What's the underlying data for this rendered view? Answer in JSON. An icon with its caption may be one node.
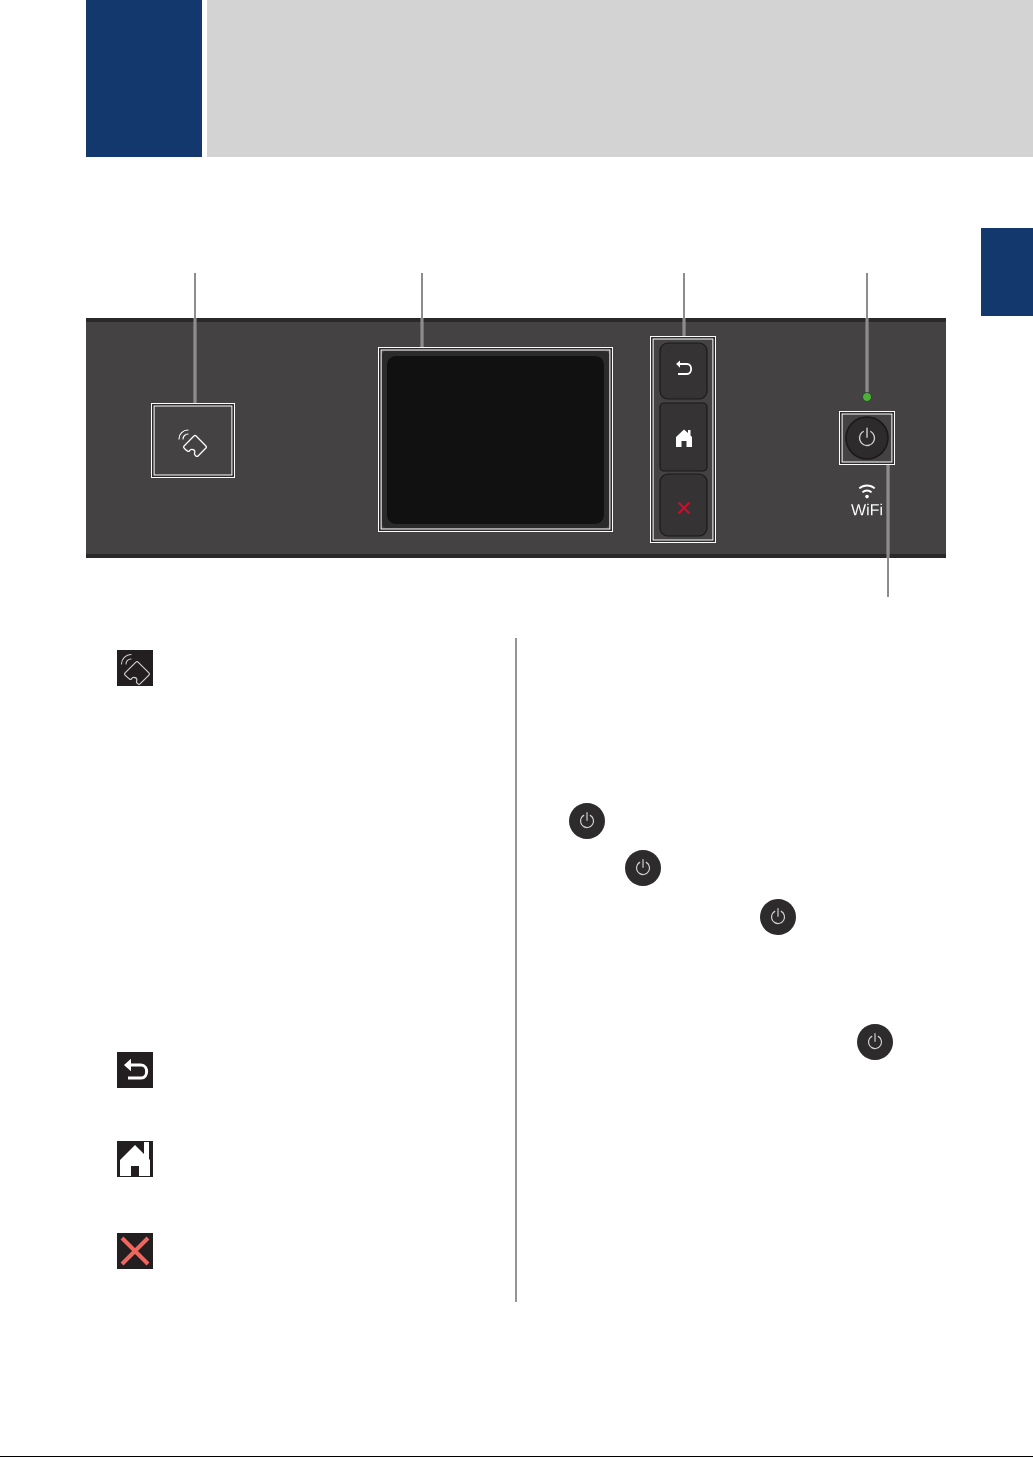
{
  "diagram": {
    "nodes": [
      {
        "text": [],
        "shape": "box"
      },
      {
        "text": [],
        "shape": "box"
      },
      {
        "text": [],
        "shape": "box"
      },
      {
        "text": [],
        "shape": "box"
      },
      {
        "text": [],
        "shape": "box"
      },
      {
        "text": [],
        "shape": "circle"
      },
      {
        "text": [],
        "shape": "box"
      }
    ],
    "edges": [
      {
        "from": null,
        "to": 2,
        "arrow": "none"
      },
      {
        "from": null,
        "to": 3,
        "arrow": "none"
      },
      {
        "from": null,
        "to": 4,
        "arrow": "none"
      },
      {
        "from": null,
        "to": 5,
        "arrow": "none"
      },
      {
        "from": null,
        "to": 6,
        "arrow": "none"
      }
    ],
    "labels": [
      "WiFi"
    ]
  }
}
